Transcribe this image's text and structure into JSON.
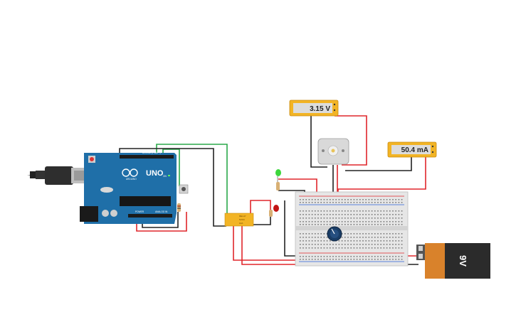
{
  "canvas": {
    "background": "#ffffff"
  },
  "voltmeter": {
    "reading": "3.15 V",
    "color": "#f2b425"
  },
  "ammeter": {
    "reading": "50.4 mA",
    "color": "#f2b425"
  },
  "arduino": {
    "model_label": "UNO",
    "board_color": "#1f6fa8",
    "header_label_digital": "DIGITAL (PWM ~)",
    "header_label_power": "POWER",
    "header_label_analog": "ANALOG IN",
    "on_label": "ON"
  },
  "battery": {
    "label": "9V",
    "body_color": "#2b2b2b",
    "cap_color": "#d9822b"
  },
  "relay": {
    "color": "#f2b425"
  },
  "wire_colors": {
    "red": "#e0262b",
    "black": "#222222",
    "green": "#2aa84a"
  },
  "components": [
    {
      "name": "pushbutton",
      "icon": "pushbutton-icon"
    },
    {
      "name": "dc-motor",
      "icon": "motor-icon"
    },
    {
      "name": "potentiometer",
      "icon": "potentiometer-icon"
    },
    {
      "name": "green-led",
      "icon": "led-icon"
    },
    {
      "name": "red-led",
      "icon": "led-icon"
    }
  ]
}
